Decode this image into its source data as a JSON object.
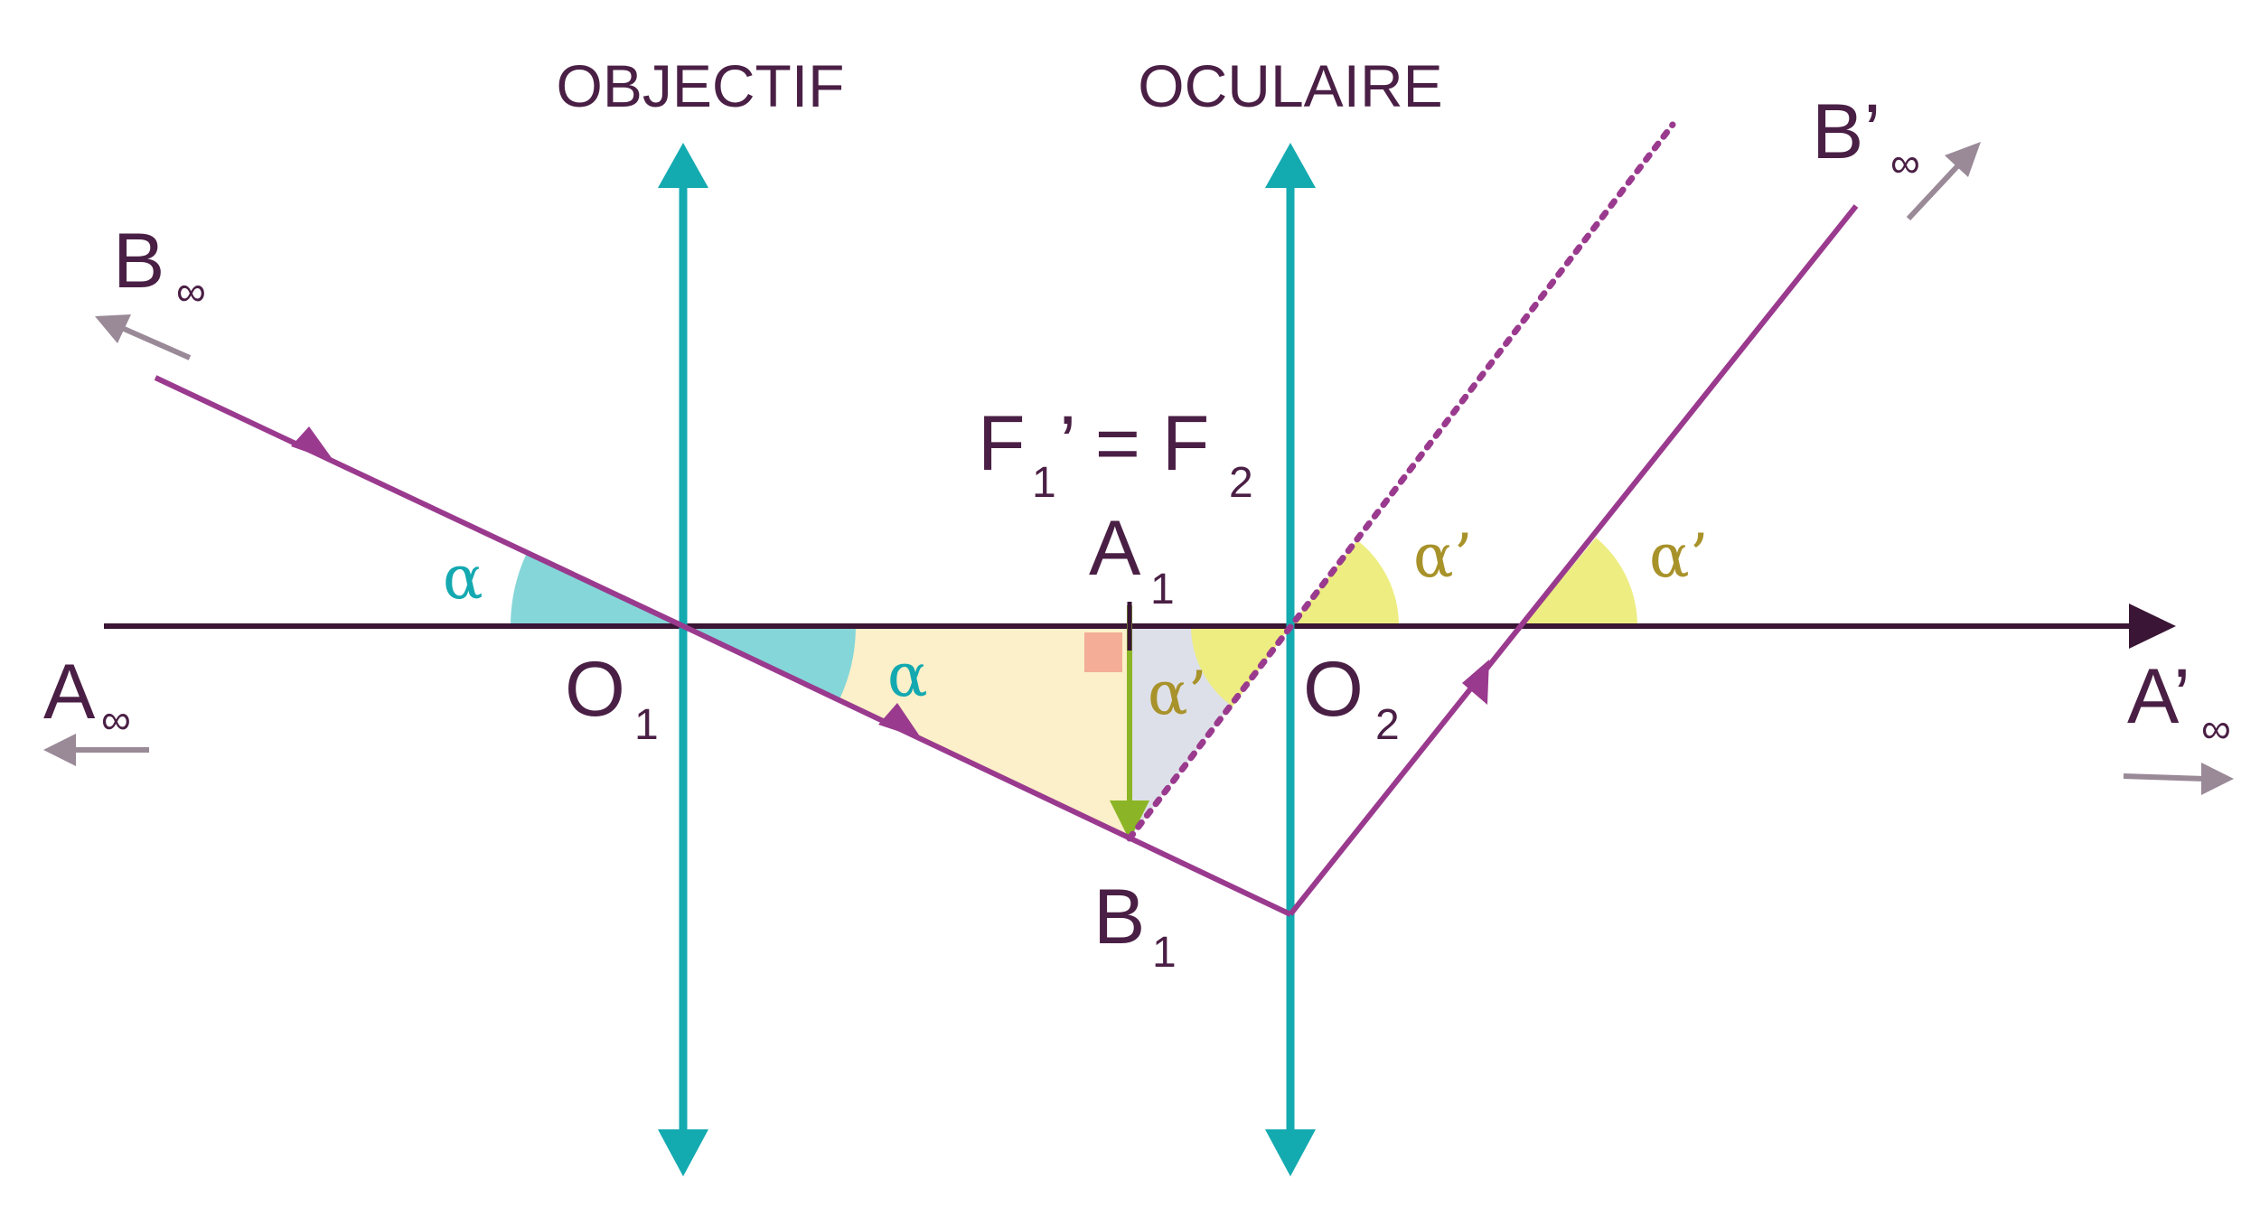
{
  "colors": {
    "ink": "#4a1f45",
    "lens": "#13aab0",
    "ray": "#9a3a8e",
    "hint_arrow": "#9a8a98",
    "image_arrow": "#8bb526",
    "angle_alpha": "#85d6d8",
    "angle_alpha_prime": "#eded82",
    "triangle_fill": "#fbf0c9",
    "triangle_grey": "#dde0e8",
    "right_angle": "#f4ad96",
    "alpha_text": "#14a9b0",
    "alpha_prime_text": "#a8922a"
  },
  "labels": {
    "objectif": "OBJECTIF",
    "oculaire": "OCULAIRE",
    "b_inf": {
      "main": "B",
      "sub": "∞"
    },
    "a_inf": {
      "main": "A",
      "sub": "∞"
    },
    "b_prime_inf": {
      "main": "B’",
      "sub": "∞"
    },
    "a_prime_inf": {
      "main": "A’",
      "sub": "∞"
    },
    "o1": {
      "main": "O",
      "sub": "1"
    },
    "o2": {
      "main": "O",
      "sub": "2"
    },
    "a1": {
      "main": "A",
      "sub": "1"
    },
    "b1": {
      "main": "B",
      "sub": "1"
    },
    "focal": {
      "f": "F",
      "sub1": "1",
      "mid": "’ = F",
      "sub2": "2"
    },
    "alpha": "α",
    "alpha_prime": "α’"
  }
}
